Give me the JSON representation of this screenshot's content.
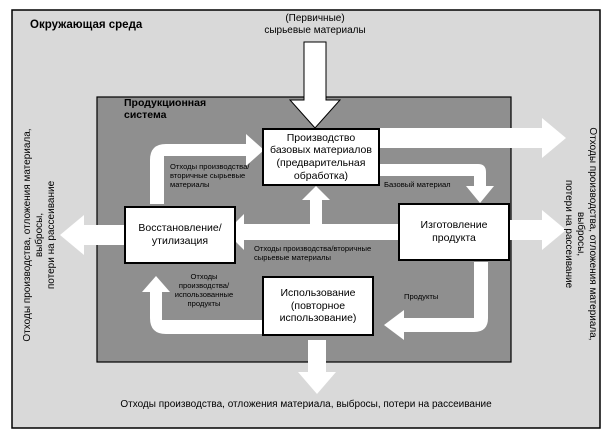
{
  "environment_label": "Окружающая среда",
  "system_label": "Продукционная\nсистема",
  "input_label": "(Первичные)\nсырьевые материалы",
  "waste_label": "Отходы производства, отложения материала, выбросы, потери на рассеивание",
  "side_waste_left": "Отходы производства, отложения материала, выбросы,\nпотери на рассеивание",
  "side_waste_right": "Отходы производства, отложения материала, выбросы,\nпотери на рассеивание",
  "boxes": {
    "production": "Производство\nбазовых материалов\n(предварительная\nобработка)",
    "manufacturing": "Изготовление\nпродукта",
    "usage": "Использование\n(повторное\nиспользование)",
    "recovery": "Восстановление/\nутилизация"
  },
  "flow_labels": {
    "base_material": "Базовый материал",
    "products": "Продукты",
    "secondary_top": "Отходы производства/\nвторичные сырьевые\nматериалы",
    "secondary_middle": "Отходы производства/вторичные\nсырьевые материалы",
    "used_products": "Отходы\nпроизводства/\nиспользованные\nпродукты"
  },
  "colors": {
    "environment_bg": "#d9d9d9",
    "system_bg": "#8f8f8f",
    "arrow_fill": "#ffffff"
  }
}
